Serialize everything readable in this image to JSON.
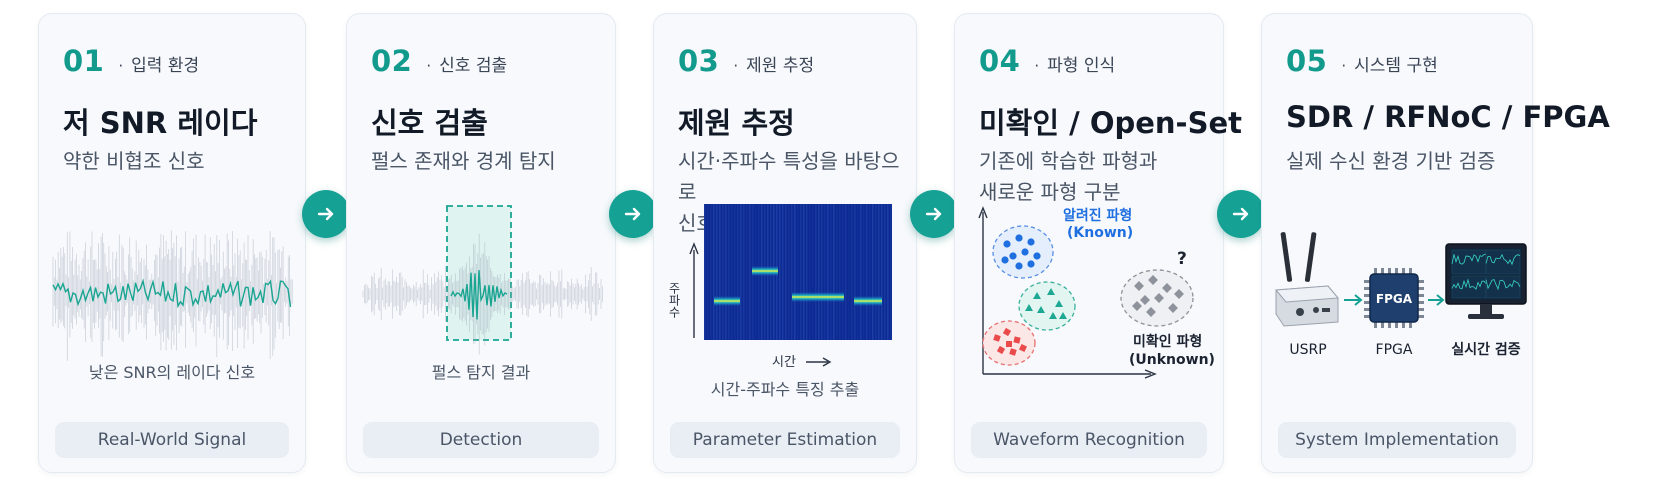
{
  "steps": [
    {
      "num": "01",
      "dot": "·",
      "sub": "입력 환경",
      "title": "저 SNR 레이다",
      "desc": "약한 비협조 신호",
      "caption": "낮은 SNR의 레이다 신호",
      "pill": "Real-World Signal"
    },
    {
      "num": "02",
      "dot": "·",
      "sub": "신호 검출",
      "title": "신호 검출",
      "desc": "펄스 존재와 경계 탐지",
      "caption": "펄스 탐지 결과",
      "pill": "Detection"
    },
    {
      "num": "03",
      "dot": "·",
      "sub": "제원 추정",
      "title": "제원 추정",
      "desc": "시간·주파수 특성을 바탕으로\n신호 제원 추정",
      "caption": "시간-주파수 특징 추출",
      "pill": "Parameter Estimation",
      "axis_y": "주파수",
      "axis_x": "시간"
    },
    {
      "num": "04",
      "dot": "·",
      "sub": "파형 인식",
      "title": "미확인 / Open-Set",
      "desc": "기존에 학습한 파형과\n새로운 파형 구분",
      "pill": "Waveform Recognition",
      "known_label": "알려진 파형",
      "known_label_en": "(Known)",
      "unknown_label": "미확인 파형",
      "unknown_label_en": "(Unknown)",
      "question": "?"
    },
    {
      "num": "05",
      "dot": "·",
      "sub": "시스템 구현",
      "title": "SDR / RFNoC / FPGA",
      "desc": "실제 수신 환경 기반 검증",
      "pill": "System Implementation",
      "device1": "USRP",
      "device2": "FPGA",
      "chip_label": "FPGA",
      "device3": "실시간 검증"
    }
  ],
  "colors": {
    "accent": "#129a8c",
    "arrow_button": "#16a195",
    "known_blue": "#1f6fe0",
    "known_teal": "#1ca892",
    "known_red": "#ea4a4a",
    "unknown_gray": "#8d929b",
    "label_blue": "#1f6fe0",
    "card_bg": "#f7f9fc",
    "pill_bg": "#e9eef5"
  },
  "icons": [
    "arrow-right-icon",
    "router-icon",
    "chip-icon",
    "monitor-icon"
  ]
}
